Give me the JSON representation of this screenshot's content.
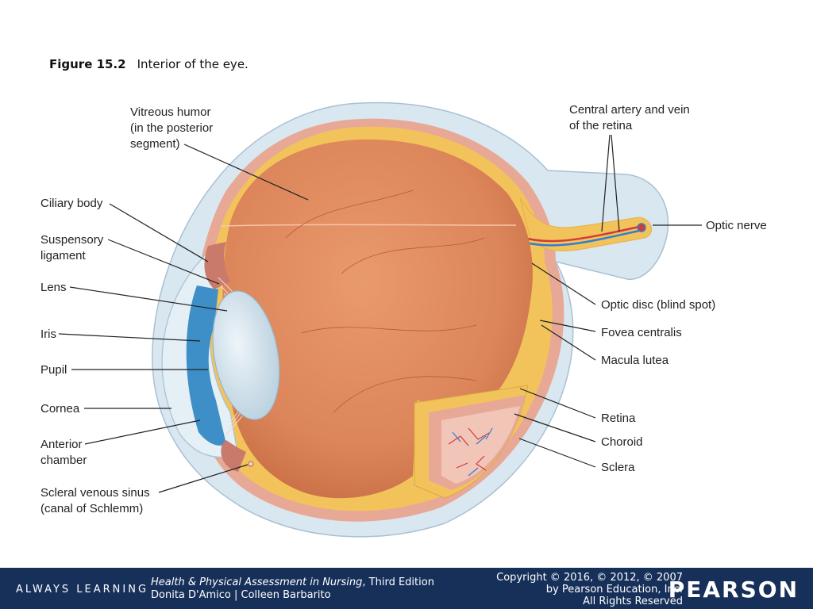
{
  "figure": {
    "number": "Figure 15.2",
    "title": "Interior of the eye."
  },
  "labels": {
    "vitreous": [
      "Vitreous humor",
      "(in the posterior",
      "segment)"
    ],
    "ciliary": [
      "Ciliary body"
    ],
    "suspensory": [
      "Suspensory",
      "ligament"
    ],
    "lens": [
      "Lens"
    ],
    "iris": [
      "Iris"
    ],
    "pupil": [
      "Pupil"
    ],
    "cornea": [
      "Cornea"
    ],
    "anterior": [
      "Anterior",
      "chamber"
    ],
    "scleral": [
      "Scleral venous sinus",
      "(canal of Schlemm)"
    ],
    "central": [
      "Central artery and vein",
      "of the retina"
    ],
    "optic_nerve": [
      "Optic nerve"
    ],
    "optic_disc": [
      "Optic disc (blind spot)"
    ],
    "fovea": [
      "Fovea centralis"
    ],
    "macula": [
      "Macula lutea"
    ],
    "retina": [
      "Retina"
    ],
    "choroid": [
      "Choroid"
    ],
    "sclera": [
      "Sclera"
    ]
  },
  "footer": {
    "tagline": "ALWAYS LEARNING",
    "book_title": "Health & Physical Assessment in Nursing",
    "book_edition": ", Third Edition",
    "authors": "Donita D'Amico | Colleen Barbarito",
    "copyright_1": "Copyright © 2016, © 2012, © 2007",
    "copyright_2": "by Pearson Education, Inc.",
    "copyright_3": "All Rights Reserved",
    "logo": "PEARSON"
  },
  "colors": {
    "sclera": "#d9e7f1",
    "choroid": "#e7a996",
    "retina": "#f3c35b",
    "vitreous": "#de8a5e",
    "lens": "#c9dbe6",
    "iris": "#3e8fc7",
    "footer": "#16305a"
  }
}
